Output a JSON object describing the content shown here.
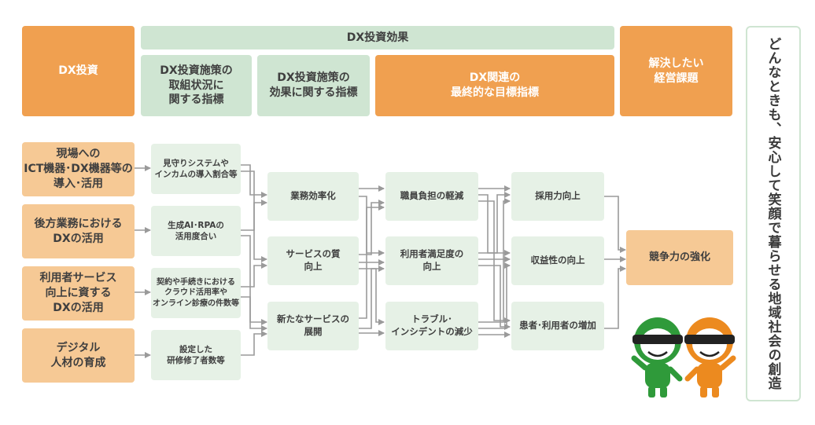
{
  "header": {
    "dx_investment": "DX投資",
    "dx_effect": "DX投資効果",
    "measure_status": "DX投資施策の\n取組状況に\n関する指標",
    "measure_effect": "DX投資施策の\n効果に関する指標",
    "final_goal": "DX関連の\n最終的な目標指標",
    "management_issue": "解決したい\n経営課題"
  },
  "investments": [
    "現場への\nICT機器･DX機器等の\n導入･活用",
    "後方業務における\nDXの活用",
    "利用者サービス\n向上に資する\nDXの活用",
    "デジタル\n人材の育成"
  ],
  "status_indicators": [
    "見守りシステムや\nインカムの導入割合等",
    "生成AI･RPAの\n活用度合い",
    "契約や手続きにおける\nクラウド活用率や\nオンライン診療の件数等",
    "設定した\n研修修了者数等"
  ],
  "effect_indicators": [
    "業務効率化",
    "サービスの質\n向上",
    "新たなサービスの\n展開"
  ],
  "goal_indicators": [
    "職員負担の軽減",
    "利用者満足度の\n向上",
    "トラブル･\nインシデントの減少"
  ],
  "management_effects": [
    "採用力向上",
    "収益性の向上",
    "患者･利用者の増加"
  ],
  "final_issue": "競争力の強化",
  "vision": "どんなときも、安心して笑顔で暮らせる地域社会の創造",
  "colors": {
    "orange_header": "#F0A050",
    "orange_light": "#F6C995",
    "green_header": "#CFE5D2",
    "green_light": "#E6F1E6",
    "arrow": "#9a9a9a"
  }
}
